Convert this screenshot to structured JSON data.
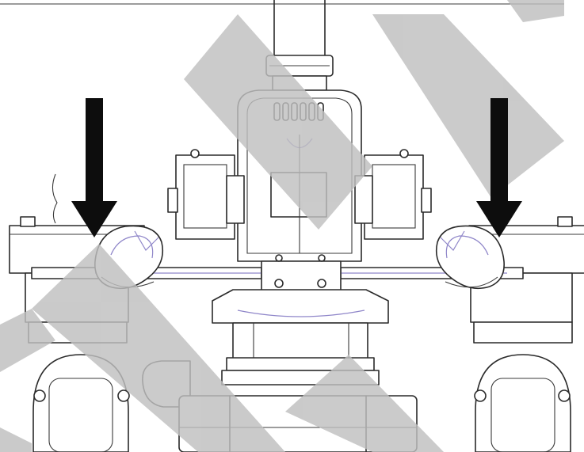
{
  "figure": {
    "subject": "machine-front-view-line-drawing",
    "colors": {
      "line": "#2a2a2a",
      "accent_line": "#8f86c9",
      "watermark": "#bfbfbf",
      "arrow": "#0d0d0d",
      "background": "#ffffff"
    },
    "arrows": [
      {
        "side": "left",
        "direction": "down"
      },
      {
        "side": "right",
        "direction": "down"
      }
    ],
    "watermark": {
      "style": "large diagonal strokes"
    }
  }
}
